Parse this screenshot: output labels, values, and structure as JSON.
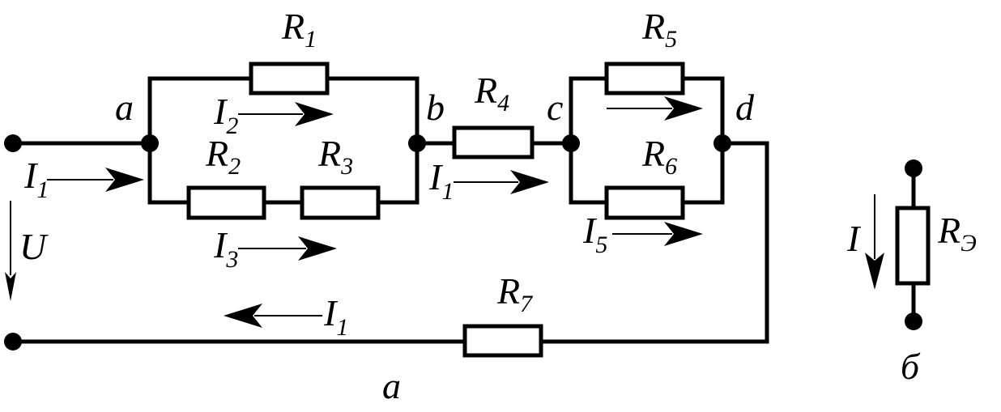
{
  "nodes": {
    "a": "a",
    "b": "b",
    "c": "c",
    "d": "d"
  },
  "resistors": {
    "r1": {
      "letter": "R",
      "index": "1"
    },
    "r2": {
      "letter": "R",
      "index": "2"
    },
    "r3": {
      "letter": "R",
      "index": "3"
    },
    "r4": {
      "letter": "R",
      "index": "4"
    },
    "r5": {
      "letter": "R",
      "index": "5"
    },
    "r6": {
      "letter": "R",
      "index": "6"
    },
    "r7": {
      "letter": "R",
      "index": "7"
    },
    "req": {
      "letter": "R",
      "index": "Э"
    }
  },
  "currents": {
    "i1_input": {
      "letter": "I",
      "index": "1"
    },
    "i2": {
      "letter": "I",
      "index": "2"
    },
    "i3": {
      "letter": "I",
      "index": "3"
    },
    "i1_middle": {
      "letter": "I",
      "index": "1"
    },
    "i5": {
      "letter": "I",
      "index": "5"
    },
    "i1_return": {
      "letter": "I",
      "index": "1"
    },
    "i_eq": {
      "letter": "I"
    }
  },
  "voltage": {
    "letter": "U"
  },
  "captions": {
    "left": "a",
    "right": "б"
  }
}
